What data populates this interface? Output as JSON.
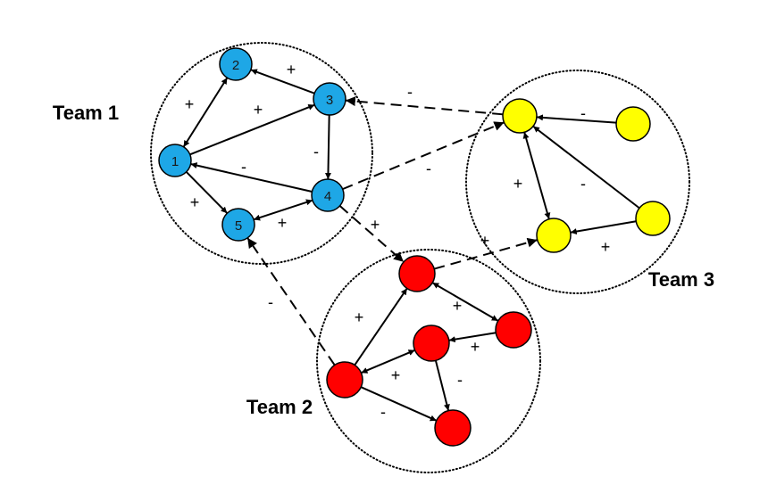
{
  "colors": {
    "team1": "#1ea7e6",
    "team2": "#ff0000",
    "team3": "#ffff00"
  },
  "teams": [
    {
      "id": "t1",
      "label": "Team 1"
    },
    {
      "id": "t2",
      "label": "Team 2"
    },
    {
      "id": "t3",
      "label": "Team 3"
    }
  ],
  "nodes": [
    {
      "id": "n1",
      "team": "team1",
      "label": "1"
    },
    {
      "id": "n2",
      "team": "team1",
      "label": "2"
    },
    {
      "id": "n3",
      "team": "team1",
      "label": "3"
    },
    {
      "id": "n4",
      "team": "team1",
      "label": "4"
    },
    {
      "id": "n5",
      "team": "team1",
      "label": "5"
    },
    {
      "id": "y1",
      "team": "team3",
      "label": ""
    },
    {
      "id": "y2",
      "team": "team3",
      "label": ""
    },
    {
      "id": "y3",
      "team": "team3",
      "label": ""
    },
    {
      "id": "y4",
      "team": "team3",
      "label": ""
    },
    {
      "id": "r1",
      "team": "team2",
      "label": ""
    },
    {
      "id": "r2",
      "team": "team2",
      "label": ""
    },
    {
      "id": "r3",
      "team": "team2",
      "label": ""
    },
    {
      "id": "r4",
      "team": "team2",
      "label": ""
    },
    {
      "id": "r5",
      "team": "team2",
      "label": ""
    }
  ],
  "edges": [
    {
      "id": "e1",
      "from": "n1",
      "to": "n2",
      "dir": "both",
      "style": "solid",
      "sign": "+"
    },
    {
      "id": "e2",
      "from": "n3",
      "to": "n2",
      "dir": "forward",
      "style": "solid",
      "sign": "+"
    },
    {
      "id": "e3",
      "from": "n1",
      "to": "n3",
      "dir": "forward",
      "style": "solid",
      "sign": "+"
    },
    {
      "id": "e4",
      "from": "n3",
      "to": "n4",
      "dir": "forward",
      "style": "solid",
      "sign": "-"
    },
    {
      "id": "e5",
      "from": "n4",
      "to": "n1",
      "dir": "forward",
      "style": "solid",
      "sign": "-"
    },
    {
      "id": "e6",
      "from": "n1",
      "to": "n5",
      "dir": "forward",
      "style": "solid",
      "sign": "+"
    },
    {
      "id": "e7",
      "from": "n4",
      "to": "n5",
      "dir": "both",
      "style": "solid",
      "sign": "+"
    },
    {
      "id": "e8",
      "from": "y1",
      "to": "n3",
      "dir": "forward",
      "style": "dashed",
      "sign": "-"
    },
    {
      "id": "e9",
      "from": "n4",
      "to": "y1",
      "dir": "forward",
      "style": "dashed",
      "sign": "-"
    },
    {
      "id": "e10",
      "from": "n4",
      "to": "r1",
      "dir": "forward",
      "style": "dashed",
      "sign": "+"
    },
    {
      "id": "e11",
      "from": "r4",
      "to": "n5",
      "dir": "forward",
      "style": "dashed",
      "sign": "-"
    },
    {
      "id": "e12",
      "from": "r1",
      "to": "y4",
      "dir": "forward",
      "style": "dashed",
      "sign": "+"
    },
    {
      "id": "e13",
      "from": "y2",
      "to": "y1",
      "dir": "forward",
      "style": "solid",
      "sign": "-"
    },
    {
      "id": "e14",
      "from": "y1",
      "to": "y4",
      "dir": "both",
      "style": "solid",
      "sign": "+"
    },
    {
      "id": "e15",
      "from": "y3",
      "to": "y1",
      "dir": "forward",
      "style": "solid",
      "sign": "-"
    },
    {
      "id": "e16",
      "from": "y3",
      "to": "y4",
      "dir": "forward",
      "style": "solid",
      "sign": "+"
    },
    {
      "id": "e17",
      "from": "r1",
      "to": "r2",
      "dir": "both",
      "style": "solid",
      "sign": "+"
    },
    {
      "id": "e18",
      "from": "r2",
      "to": "r3",
      "dir": "forward",
      "style": "solid",
      "sign": "+"
    },
    {
      "id": "e19",
      "from": "r4",
      "to": "r1",
      "dir": "forward",
      "style": "solid",
      "sign": "+"
    },
    {
      "id": "e20",
      "from": "r3",
      "to": "r4",
      "dir": "both",
      "style": "solid",
      "sign": "+"
    },
    {
      "id": "e21",
      "from": "r3",
      "to": "r5",
      "dir": "forward",
      "style": "solid",
      "sign": "-"
    },
    {
      "id": "e22",
      "from": "r4",
      "to": "r5",
      "dir": "forward",
      "style": "solid",
      "sign": "-"
    }
  ]
}
